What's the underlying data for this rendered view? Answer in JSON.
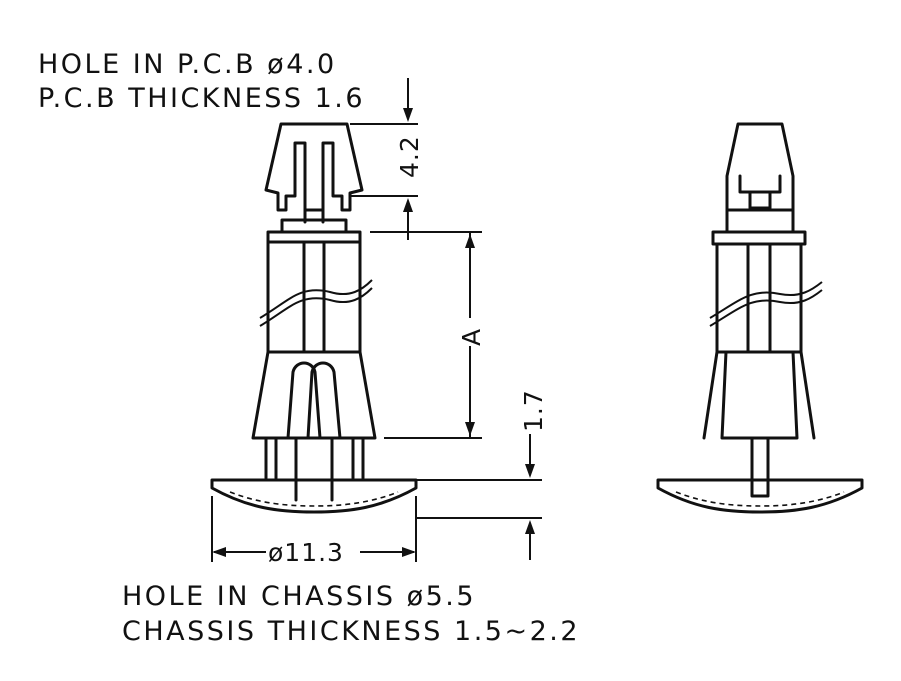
{
  "notes": {
    "pcb_hole": "HOLE IN P.C.B ø4.0",
    "pcb_thickness": "P.C.B THICKNESS 1.6",
    "chassis_hole": "HOLE IN CHASSIS ø5.5",
    "chassis_thickness": "CHASSIS THICKNESS 1.5~2.2"
  },
  "dimensions": {
    "top_height": "4.2",
    "length": "A",
    "base_height": "1.7",
    "flange_diameter": "ø11.3"
  }
}
